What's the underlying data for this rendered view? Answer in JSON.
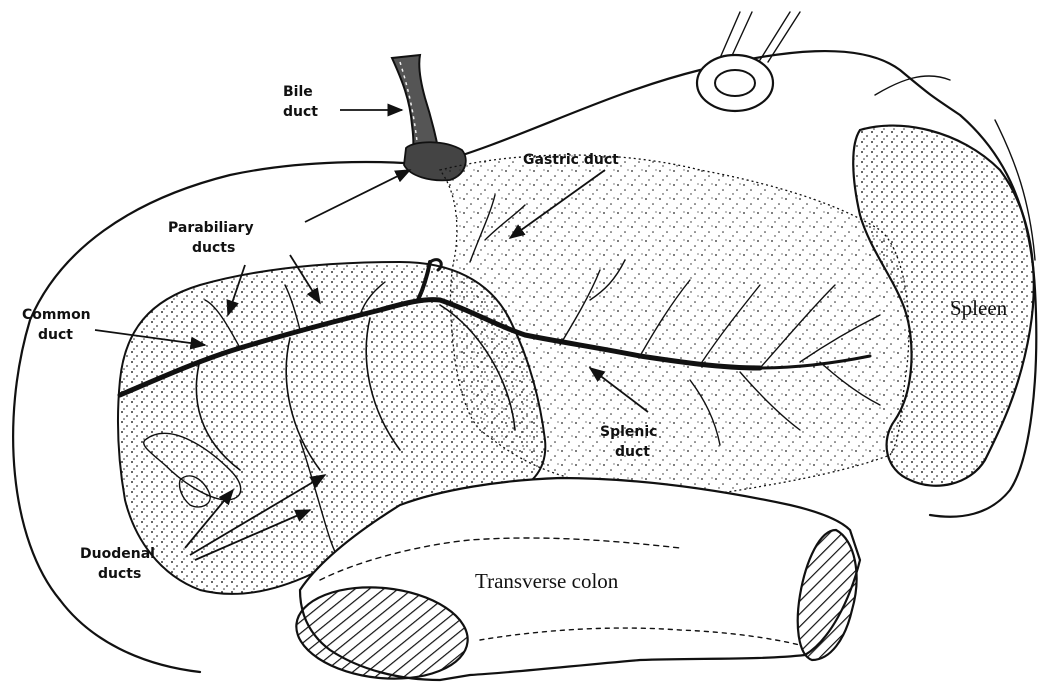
{
  "labels": {
    "bile_duct": [
      "Bile",
      "duct"
    ],
    "gastric_duct": "Gastric duct",
    "parabiliary_ducts": [
      "Parabiliary",
      "ducts"
    ],
    "common_duct": [
      "Common",
      "duct"
    ],
    "spleen": "Spleen",
    "splenic_duct": [
      "Splenic",
      "duct"
    ],
    "duodenal_ducts": [
      "Duodenal",
      "ducts"
    ],
    "transverse_colon": "Transverse colon"
  }
}
